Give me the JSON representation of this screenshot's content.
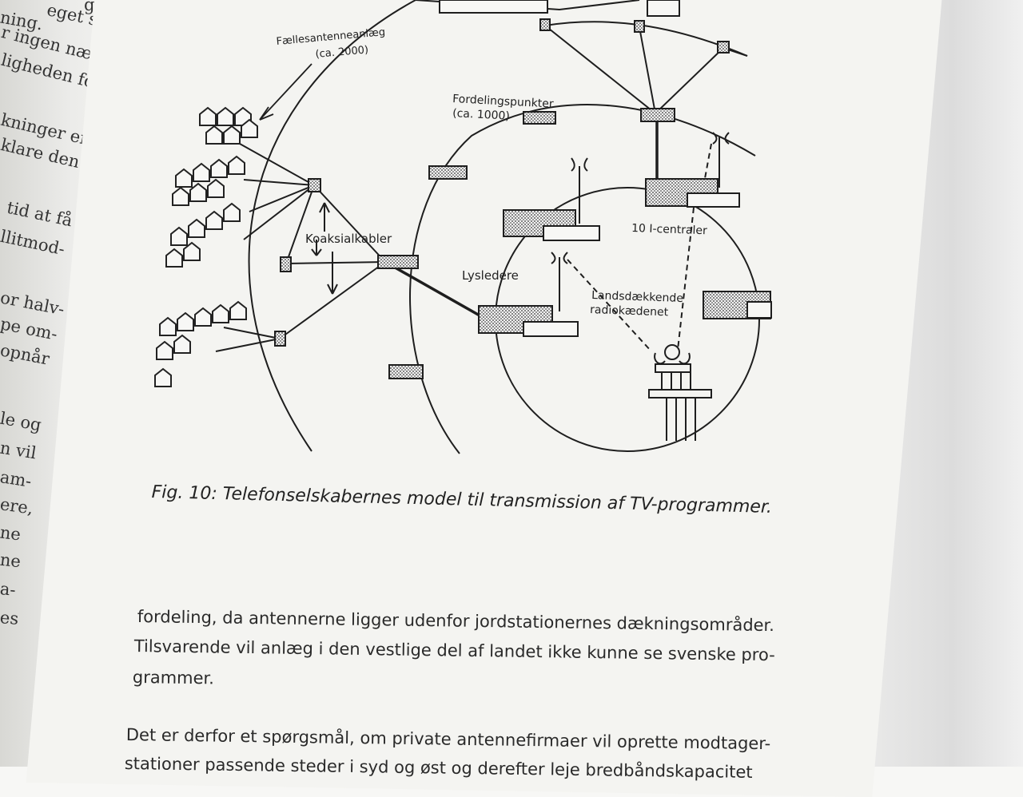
{
  "left_page": {
    "lines": [
      "gen",
      "eget små",
      "ning.",
      "r ingen næv-",
      "ligheden for",
      "kninger er",
      "klare den",
      "tid at få",
      "llitmod-",
      "or halv-",
      "pe om-",
      "opnår",
      "le og",
      "n vil",
      "am-",
      "ere,",
      "ne",
      "ne",
      "a-",
      "es"
    ]
  },
  "figure": {
    "labels": {
      "faelles": "Fællesantenneanlæg",
      "faelles_year": "(ca. 2000)",
      "fordeling": "Fordelingspunkter",
      "fordeling_year": "(ca. 1000)",
      "koaksial": "Koaksialkabler",
      "lysledere": "Lysledere",
      "centraler": "10 I-centraler",
      "radio1": "Landsdækkende",
      "radio2": "radiokædenet"
    },
    "caption": "Fig. 10: Telefonselskabernes model til transmission af TV-programmer."
  },
  "body": {
    "lines": [
      "fordeling, da antennerne ligger udenfor jordstationernes dækningsområder.",
      "Tilsvarende vil anlæg i den vestlige del af landet ikke kunne se svenske pro-",
      "grammer.",
      "Det er derfor et spørgsmål, om private antennefirmaer vil oprette modtager-",
      "stationer passende steder i syd og øst og derefter leje bredbåndskapacitet"
    ]
  }
}
